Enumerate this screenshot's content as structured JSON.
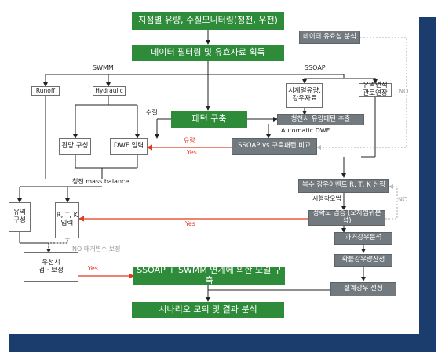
{
  "boxes": {
    "monitoring": "지점별 유량, 수질모니터링(청천, 우천)",
    "validity": "데이터 유효성 분석",
    "filtering": "데이터 필터링 및 유효자료 획득",
    "runoff": "Runoff",
    "hydraulic": "Hydraulic",
    "time_flow": "시계열유량,\n강우자료",
    "flow_area": "유역면적\n관로연장",
    "pattern": "패턴 구축",
    "dry_pattern": "청천시 유량패턴 추출",
    "pipe_config": "관망 구성",
    "dwf_input": "DWF 입력",
    "ssoap_compare": "SSOAP vs 구축패턴 비교",
    "rtk_setting": "복수 강우이벤트 R, T, K 산정",
    "basin_config": "유역\n구성",
    "rtk_input": "R, T, K\n입력",
    "accuracy": "정확도 검증 (오차범위분석)",
    "wet_calib": "우천시\n검 · 보정",
    "past_rain": "과거강우분석",
    "prob_rain": "확률강우량산정",
    "design_rain": "설계강우 선정",
    "coupled_model": "SSOAP + SWMM 연계에 의한 모델 구축",
    "scenario": "시나리오 모의 및 결과 분석"
  },
  "labels": {
    "swmm": "SWMM",
    "ssoap": "SSOAP",
    "water_quality": "수질",
    "automatic_dwf": "Automatic DWF",
    "flow": "유량",
    "yes": "Yes",
    "dry_mass_balance": "청천 mass balance",
    "trial_error": "시행착오법",
    "no": "NO",
    "param_correction": "NO 매개변수 보정"
  },
  "colors": {
    "green": "#2e8b3a",
    "gray": "#737a7f",
    "navy": "#1b3d6e",
    "red_arrow": "#e23a1e"
  }
}
